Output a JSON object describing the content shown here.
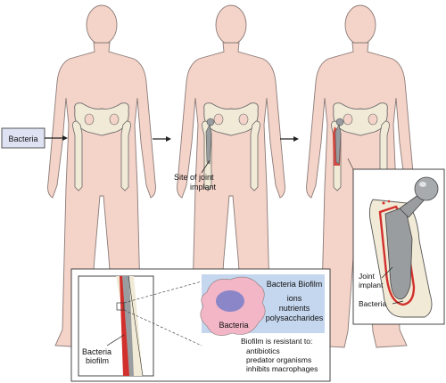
{
  "labels": {
    "bacteria_box": "Bacteria",
    "site_line1": "Site of joint",
    "site_line2": "implant",
    "joint_line1": "Joint",
    "joint_line2": "implant",
    "bacteria_inset": "Bacteria",
    "bacteria_biofilm_line1": "Bacteria",
    "bacteria_biofilm_line2": "biofilm",
    "biofilm_header": "Bacteria Biofilm",
    "biofilm_contents": [
      "ions",
      "nutrients",
      "polysaccharides"
    ],
    "bacteria_cell": "Bacteria",
    "resistance_title": "Biofilm is resistant to:",
    "resistance_items": [
      "antibiotics",
      "predator organisms",
      "inhibits macrophages"
    ]
  },
  "colors": {
    "skin": "#f4d3c8",
    "skin_outline": "#8a7b78",
    "bone": "#f1ead6",
    "bacteria_box_fill": "#dfe2f2",
    "biofilm_panel": "#c5d7ef",
    "bacteria_cell": "#f2b6c6",
    "nucleus": "#8a86c8",
    "implant_metal": "#9a9da0",
    "infection_red": "#d2302c"
  }
}
